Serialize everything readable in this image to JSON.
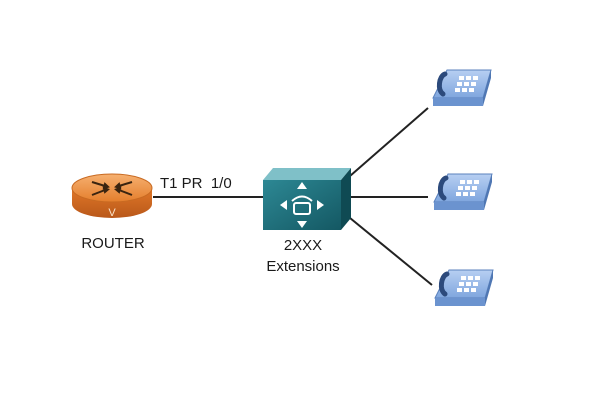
{
  "diagram": {
    "link_label": "T1 PR  1/0",
    "router": {
      "label": "ROUTER",
      "badge": "V",
      "icon": "voice-router-icon",
      "color": "#e07a2e"
    },
    "switch": {
      "line1": "2XXX",
      "line2": "Extensions",
      "icon": "pbx-switch-icon",
      "color": "#1f6f7a"
    },
    "phones": [
      {
        "icon": "ip-phone-icon"
      },
      {
        "icon": "ip-phone-icon"
      },
      {
        "icon": "ip-phone-icon"
      }
    ],
    "phone_color": "#8fb3e6"
  }
}
